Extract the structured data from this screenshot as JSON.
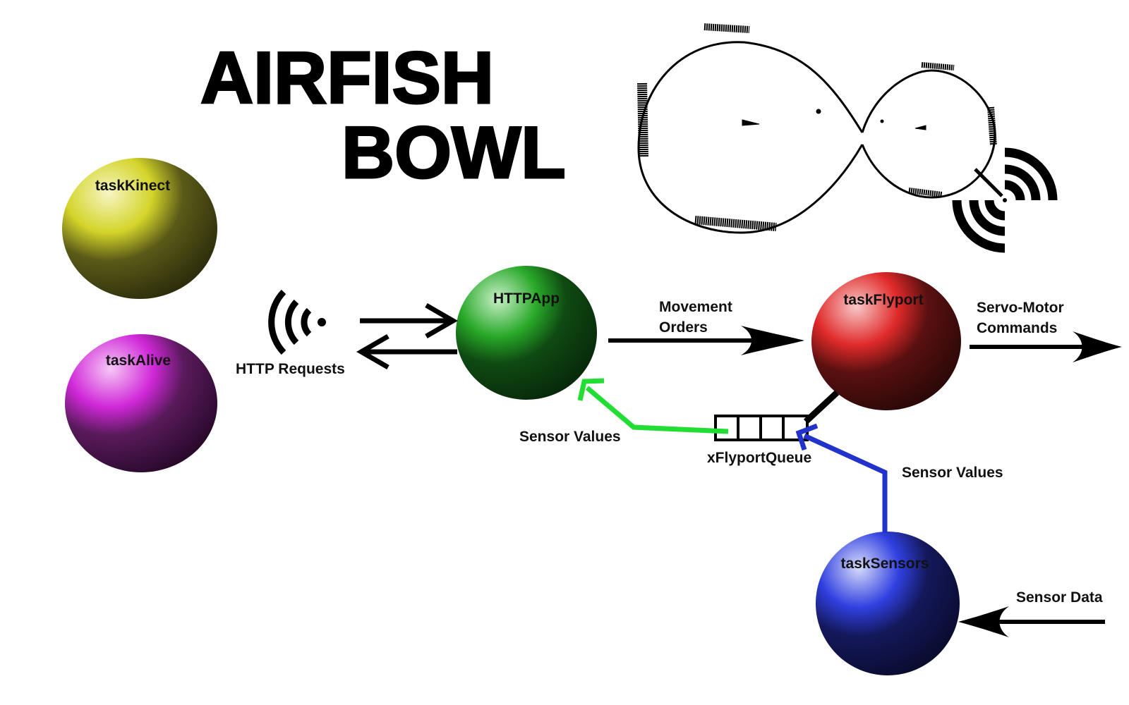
{
  "title": {
    "line1": "AIRFISH",
    "line2": "BOWL"
  },
  "nodes": {
    "taskKinect": {
      "label": "taskKinect",
      "color": "#c8c820"
    },
    "taskAlive": {
      "label": "taskAlive",
      "color": "#d020d0"
    },
    "httpApp": {
      "label": "HTTPApp",
      "color": "#20a020"
    },
    "taskFlyport": {
      "label": "taskFlyport",
      "color": "#e02020"
    },
    "taskSensors": {
      "label": "taskSensors",
      "color": "#2030d8"
    }
  },
  "queue": {
    "label": "xFlyportQueue"
  },
  "edges": {
    "http_requests": "HTTP Requests",
    "movement_orders": [
      "Movement",
      "Orders"
    ],
    "servo_commands": [
      "Servo-Motor",
      "Commands"
    ],
    "sensor_values_green": "Sensor Values",
    "sensor_values_blue": "Sensor Values",
    "sensor_data": "Sensor Data"
  },
  "colors": {
    "green_arrow": "#22dd33",
    "blue_arrow": "#2233cc",
    "black": "#000000"
  },
  "icons": [
    "wifi-icon",
    "fish-bowl-illustration",
    "wireless-signal-icon"
  ]
}
